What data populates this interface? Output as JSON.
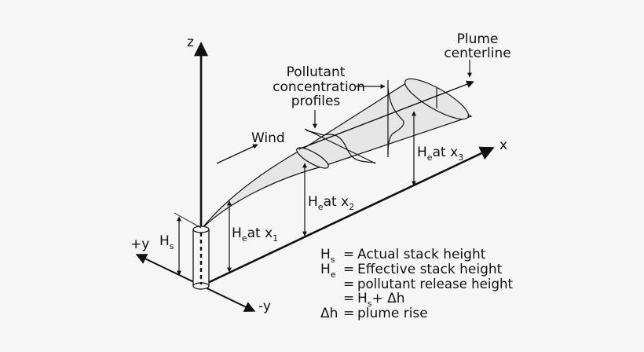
{
  "diagram": {
    "axes": {
      "z": "z",
      "x": "x",
      "plus_y": "+y",
      "minus_y": "-y"
    },
    "labels": {
      "wind": "Wind",
      "plume_centerline": [
        "Plume",
        "centerline"
      ],
      "profiles": [
        "Pollutant",
        "concentration",
        "profiles"
      ],
      "hs": {
        "main": "H",
        "sub": "s"
      },
      "he_x1": {
        "main": "H",
        "sub": "e",
        "rest": "at x",
        "idx": "1"
      },
      "he_x2": {
        "main": "H",
        "sub": "e",
        "rest": "at x",
        "idx": "2"
      },
      "he_x3": {
        "main": "H",
        "sub": "e",
        "rest": "at x",
        "idx": "3"
      }
    },
    "legend": {
      "hs_sym": "H",
      "hs_sub": "s",
      "hs_def": "Actual stack height",
      "he_sym": "H",
      "he_sub": "e",
      "he_def": "Effective stack height",
      "he_def2": "pollutant release height",
      "he_eq_h": "H",
      "he_eq_sub": "s",
      "he_eq_rest": "+ Δh",
      "dh_sym": "Δh",
      "dh_def": "plume rise",
      "eq": "="
    }
  }
}
